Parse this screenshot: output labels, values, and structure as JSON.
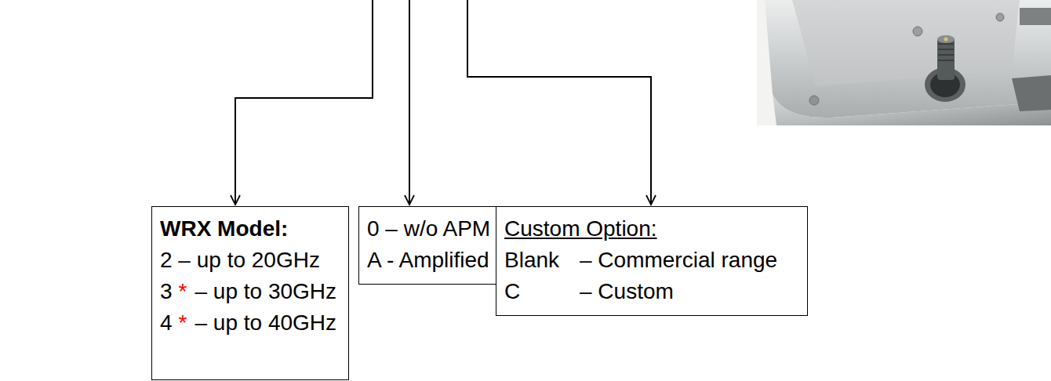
{
  "diagram": {
    "nodes": [
      {
        "text": [
          "WRX Model:",
          "2 – up to 20GHz",
          "3",
          "*",
          "– up to 30GHz",
          "4",
          "*",
          "– up to 40GHz"
        ]
      },
      {
        "text": [
          "0 – w/o APM",
          "A - Amplified"
        ]
      },
      {
        "text": [
          "Custom Option:",
          "Blank",
          "– Commercial range",
          "C",
          "– Custom"
        ]
      }
    ]
  }
}
